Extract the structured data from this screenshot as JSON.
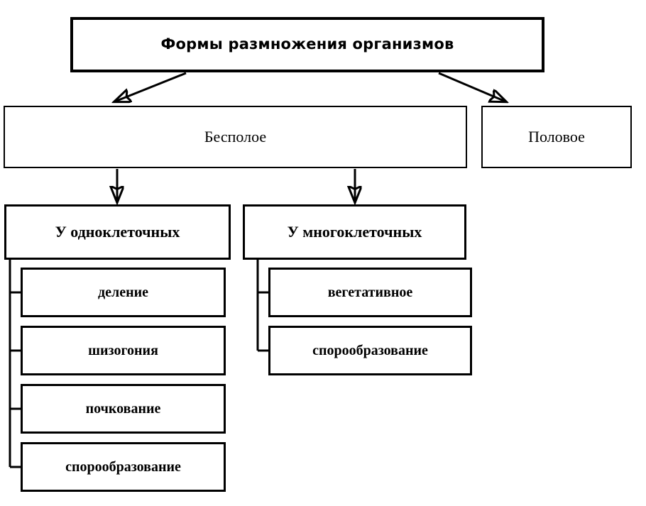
{
  "diagram": {
    "title": "Формы размножения организмов",
    "root": {
      "label": "Формы размножения организмов"
    },
    "level1": [
      {
        "label": "Бесполое"
      },
      {
        "label": "Половое"
      }
    ],
    "level2": [
      {
        "label": "У одноклеточных"
      },
      {
        "label": "У многоклеточных"
      }
    ],
    "unicellular_methods": [
      {
        "label": "деление"
      },
      {
        "label": "шизогония"
      },
      {
        "label": "почкование"
      },
      {
        "label": "спорообразование"
      }
    ],
    "multicellular_methods": [
      {
        "label": "вегетативное"
      },
      {
        "label": "спорообразование"
      }
    ],
    "colors": {
      "background": "#ffffff",
      "stroke": "#000000",
      "text": "#000000"
    }
  }
}
